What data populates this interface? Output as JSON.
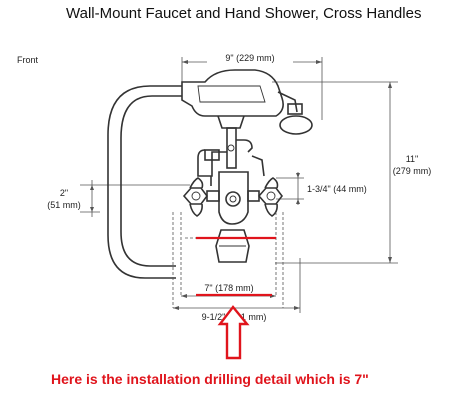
{
  "title": "Wall-Mount Faucet and Hand Shower, Cross Handles",
  "view_label": "Front",
  "dimensions": {
    "top_width": "9\" (229 mm)",
    "total_height_in": "11\"",
    "total_height_mm": "(279 mm)",
    "spout_drop": "1-3/4\" (44 mm)",
    "left_height_in": "2\"",
    "left_height_mm": "(51 mm)",
    "centers": "7\" (178 mm)",
    "overall_width": "9-1/2\" (241 mm)"
  },
  "annotation": {
    "text": "Here is the installation drilling detail which is 7\"",
    "color": "#e0141c"
  }
}
